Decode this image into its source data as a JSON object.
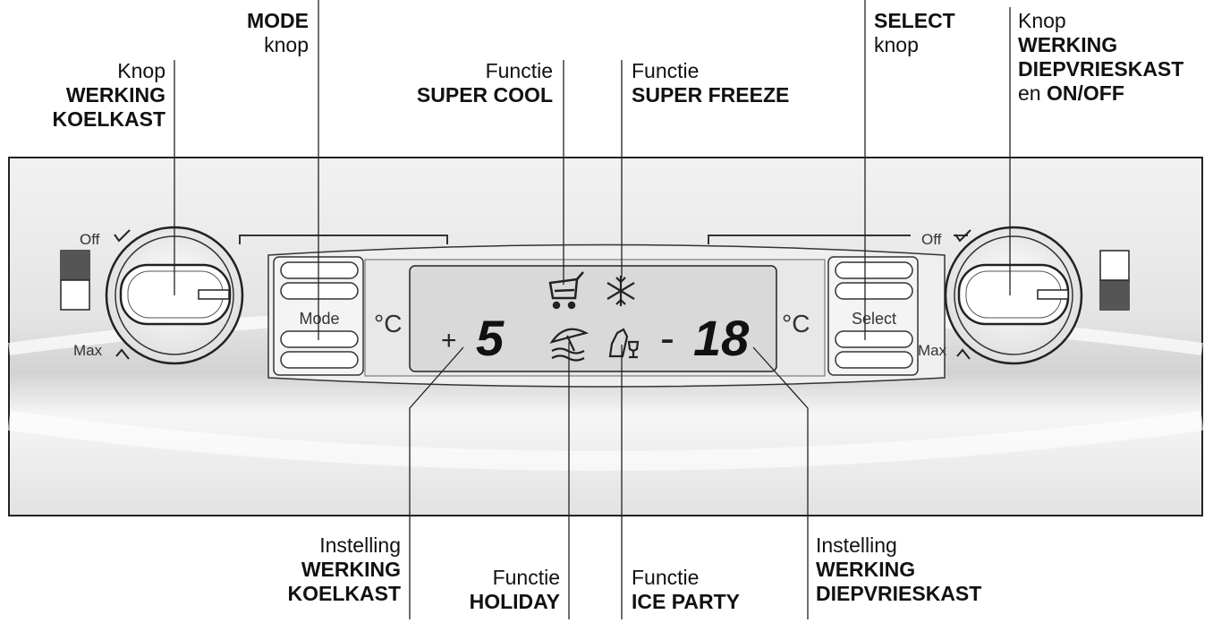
{
  "callouts": {
    "mode_button": {
      "line1": "MODE",
      "line2": "knop"
    },
    "fridge_knob": {
      "line1": "Knop",
      "line2": "WERKING",
      "line3": "KOELKAST"
    },
    "super_cool": {
      "line1": "Functie",
      "line2": "SUPER COOL"
    },
    "super_freeze": {
      "line1": "Functie",
      "line2": "SUPER FREEZE"
    },
    "select_button": {
      "line1": "SELECT",
      "line2": "knop"
    },
    "freezer_knob": {
      "line1": "Knop",
      "line2": "WERKING",
      "line3": "DIEPVRIESKAST",
      "line4_prefix": "en",
      "line4_bold": "ON/OFF"
    },
    "fridge_setting": {
      "line1": "Instelling",
      "line2": "WERKING",
      "line3": "KOELKAST"
    },
    "holiday": {
      "line1": "Functie",
      "line2": "HOLIDAY"
    },
    "ice_party": {
      "line1": "Functie",
      "line2": "ICE PARTY"
    },
    "freezer_setting": {
      "line1": "Instelling",
      "line2": "WERKING",
      "line3": "DIEPVRIESKAST"
    }
  },
  "panel": {
    "left_knob": {
      "off_label": "Off",
      "max_label": "Max"
    },
    "right_knob": {
      "off_label": "Off",
      "max_label": "Max"
    },
    "mode_button_label": "Mode",
    "select_button_label": "Select",
    "unit_left": "°C",
    "unit_right": "°C",
    "display": {
      "fridge_sign": "+",
      "fridge_value": "5",
      "freezer_sign": "-",
      "freezer_value": "18"
    }
  },
  "colors": {
    "panel_fill": "#e6e6e6",
    "display_fill": "#d9d9d9",
    "indicator_dark": "#555555",
    "stroke": "#222222"
  },
  "icons": [
    "cart-icon",
    "snowflake-icon",
    "umbrella-icon",
    "bottle-glass-icon"
  ]
}
